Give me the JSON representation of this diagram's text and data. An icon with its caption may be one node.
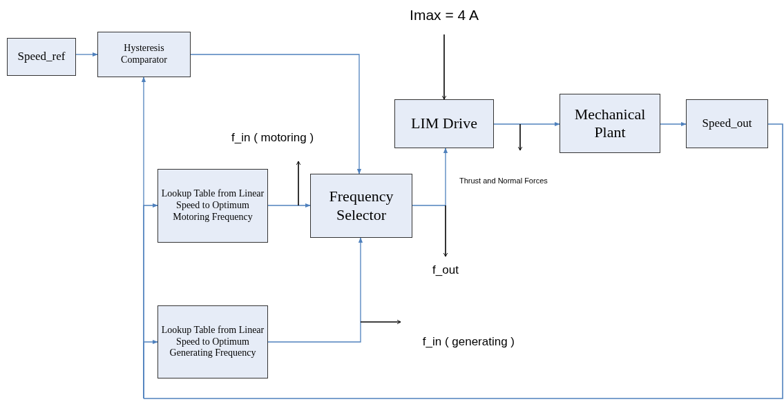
{
  "diagram": {
    "nodes": [
      {
        "text": [
          "Imax = 4 A"
        ]
      },
      {
        "text": [
          "Speed_ref"
        ]
      },
      {
        "text": [
          "Hysteresis Comparator"
        ]
      },
      {
        "text": [
          "LIM Drive"
        ]
      },
      {
        "text": [
          "Mechanical Plant"
        ]
      },
      {
        "text": [
          "Speed_out"
        ]
      },
      {
        "text": [
          "f_in ( motoring )"
        ]
      },
      {
        "text": [
          "Lookup Table from Linear Speed to Optimum Motoring Frequency"
        ]
      },
      {
        "text": [
          "Frequency Selector"
        ]
      },
      {
        "text": [
          "Thrust and Normal Forces"
        ]
      },
      {
        "text": [
          "f_out"
        ]
      },
      {
        "text": [
          "Lookup Table from Linear Speed to Optimum Generating Frequency"
        ]
      },
      {
        "text": [
          "f_in ( generating )"
        ]
      }
    ],
    "edges": [
      {
        "from": 1,
        "to": 2,
        "arrow": "to"
      },
      {
        "from": 2,
        "to": 8,
        "arrow": "to"
      },
      {
        "from": 7,
        "to": 8,
        "arrow": "to"
      },
      {
        "from": 11,
        "to": 8,
        "arrow": "to"
      },
      {
        "from": 8,
        "to": 3,
        "arrow": "to"
      },
      {
        "from": 3,
        "to": 4,
        "arrow": "to"
      },
      {
        "from": 4,
        "to": 5,
        "arrow": "to"
      },
      {
        "from": 5,
        "to": 2,
        "arrow": "to"
      },
      {
        "from": 5,
        "to": 7,
        "arrow": "to"
      },
      {
        "from": 5,
        "to": 11,
        "arrow": "to"
      },
      {
        "from": 0,
        "to": 3,
        "arrow": "to",
        "color": "#000000"
      },
      {
        "from": null,
        "to": 6,
        "arrow": "to",
        "color": "#000000"
      },
      {
        "from": null,
        "to": 10,
        "arrow": "to",
        "color": "#000000"
      },
      {
        "from": null,
        "to": 9,
        "arrow": "to",
        "color": "#000000"
      },
      {
        "from": null,
        "to": 12,
        "arrow": "to",
        "color": "#000000"
      }
    ]
  }
}
